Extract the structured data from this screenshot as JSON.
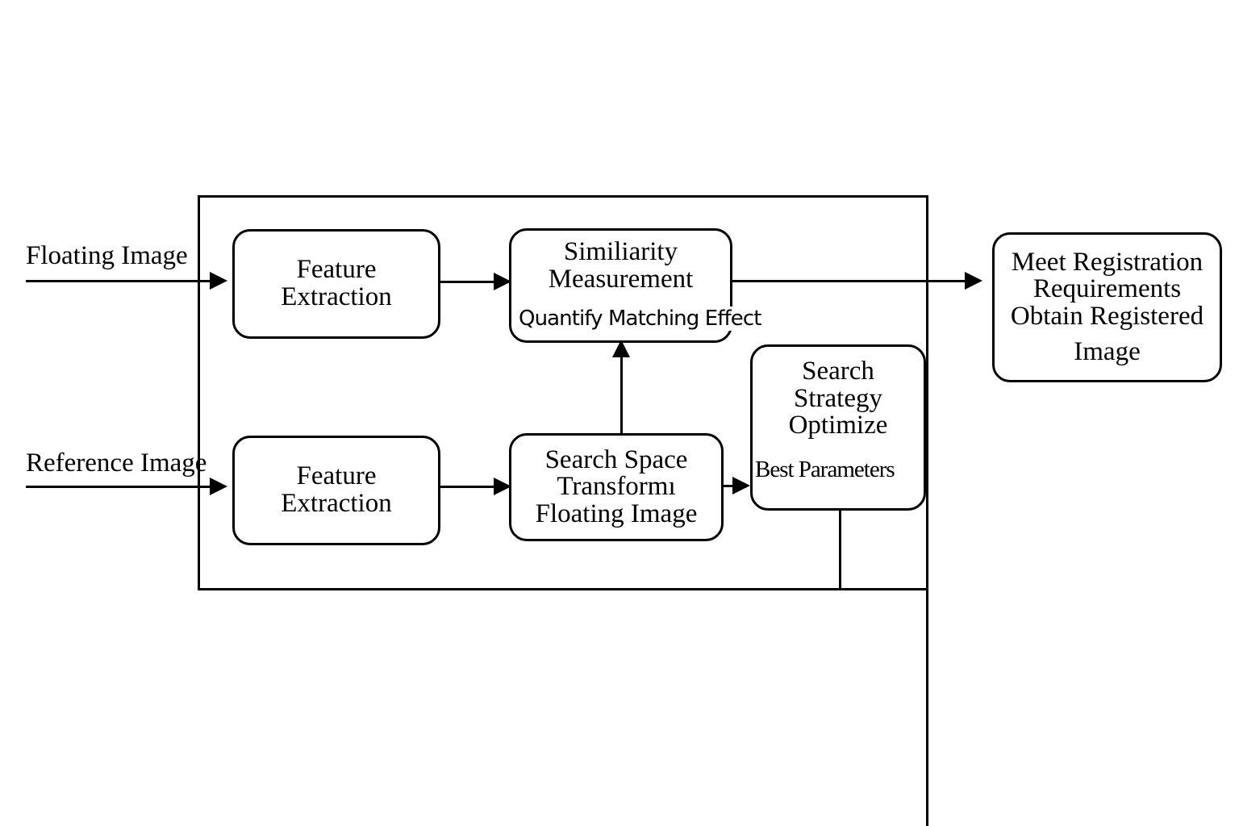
{
  "diagram": {
    "title": "Image Registration Process Flowchart",
    "line_color": "#000000",
    "background_color": "#ffffff",
    "inputs": [
      {
        "id": "floating-image-input",
        "label": "Floating Image"
      },
      {
        "id": "reference-image-input",
        "label": "Reference Image"
      }
    ],
    "nodes": [
      {
        "id": "feature-extraction-top",
        "lines": [
          "Feature",
          "Extraction"
        ]
      },
      {
        "id": "feature-extraction-bottom",
        "lines": [
          "Feature",
          "Extraction"
        ]
      },
      {
        "id": "similarity-measurement",
        "lines": [
          "Similiarity",
          "Measurement"
        ],
        "sub": "Quantify Matching Effect"
      },
      {
        "id": "search-space",
        "lines": [
          "Search Space",
          "Transformı",
          "Floating Image"
        ]
      },
      {
        "id": "search-strategy",
        "lines": [
          "Search",
          "Strategy",
          "Optimize"
        ],
        "sub": "Best Parameters"
      },
      {
        "id": "registration-output",
        "lines": [
          "Meet Registration",
          "Requirements",
          "Obtain Registered",
          "Image"
        ]
      }
    ],
    "connections": [
      {
        "id": "floating-to-feature-top",
        "from": "floating-image-input",
        "to": "feature-extraction-top",
        "kind": "arrow-right"
      },
      {
        "id": "reference-to-feature-bottom",
        "from": "reference-image-input",
        "to": "feature-extraction-bottom",
        "kind": "arrow-right"
      },
      {
        "id": "feature-top-to-similarity",
        "from": "feature-extraction-top",
        "to": "similarity-measurement",
        "kind": "arrow-right"
      },
      {
        "id": "feature-bottom-to-search-space",
        "from": "feature-extraction-bottom",
        "to": "search-space",
        "kind": "arrow-right"
      },
      {
        "id": "search-space-to-similarity",
        "from": "search-space",
        "to": "similarity-measurement",
        "kind": "arrow-up"
      },
      {
        "id": "search-space-to-search-strategy",
        "from": "search-space",
        "to": "search-strategy",
        "kind": "arrow-right"
      },
      {
        "id": "similarity-to-output",
        "from": "similarity-measurement",
        "to": "registration-output",
        "kind": "arrow-right"
      },
      {
        "id": "search-strategy-feedback",
        "from": "search-strategy",
        "to": "search-space",
        "kind": "feedback-line"
      }
    ]
  }
}
